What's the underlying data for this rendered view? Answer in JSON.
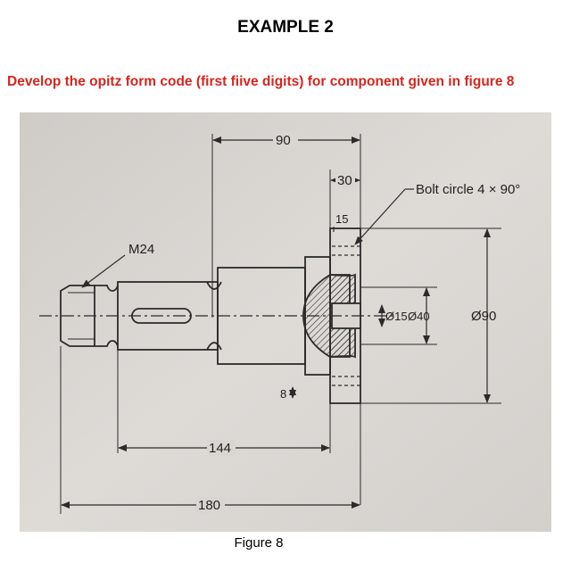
{
  "heading": "EXAMPLE 2",
  "instruction": "Develop the opitz form code (first fiive digits) for component given in figure 8",
  "figure": {
    "caption": "Figure 8",
    "labels": {
      "thread": "M24",
      "bolt_circle": "Bolt circle 4 × 90°",
      "dim_90": "90",
      "dim_30": "30",
      "dim_15": "15",
      "dim_8": "8",
      "dim_144": "144",
      "dim_180": "180",
      "dia_15": "Ø15",
      "dia_40": "Ø40",
      "dia_90": "Ø90"
    },
    "colors": {
      "paper": "#d9d6d2",
      "ink": "#2b2b2b"
    }
  }
}
